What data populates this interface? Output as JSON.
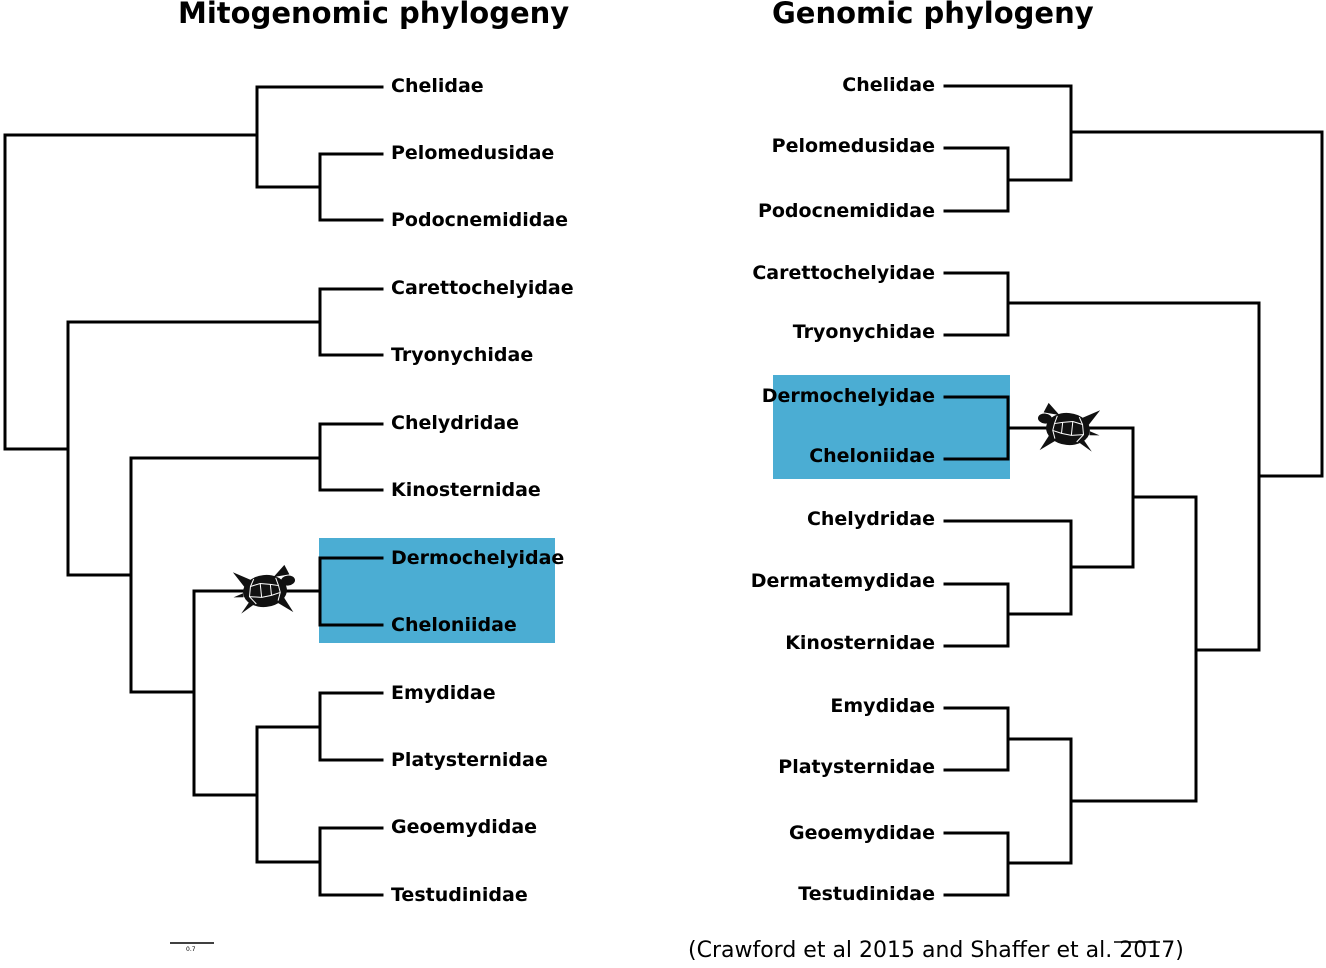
{
  "colors": {
    "highlight": "#4badd3",
    "line": "#000000"
  },
  "left_tree": {
    "title": "Mitogenomic phylogeny",
    "taxa": [
      "Chelidae",
      "Pelomedusidae",
      "Podocnemididae",
      "Carettochelyidae",
      "Tryonychidae",
      "Chelydridae",
      "Kinosternidae",
      "Dermochelyidae",
      "Cheloniidae",
      "Emydidae",
      "Platysternidae",
      "Geoemydidae",
      "Testudinidae"
    ],
    "highlighted_taxa": [
      "Dermochelyidae",
      "Cheloniidae"
    ],
    "scale_bar_label": "0.7"
  },
  "right_tree": {
    "title": "Genomic phylogeny",
    "taxa": [
      "Chelidae",
      "Pelomedusidae",
      "Podocnemididae",
      "Carettochelyidae",
      "Tryonychidae",
      "Dermochelyidae",
      "Cheloniidae",
      "Chelydridae",
      "Dermatemydidae",
      "Kinosternidae",
      "Emydidae",
      "Platysternidae",
      "Geoemydidae",
      "Testudinidae"
    ],
    "highlighted_taxa": [
      "Dermochelyidae",
      "Cheloniidae"
    ]
  },
  "citation": "(Crawford et al 2015 and Shaffer et al. 2017)",
  "icons": {
    "marker": "sea-turtle-icon"
  }
}
